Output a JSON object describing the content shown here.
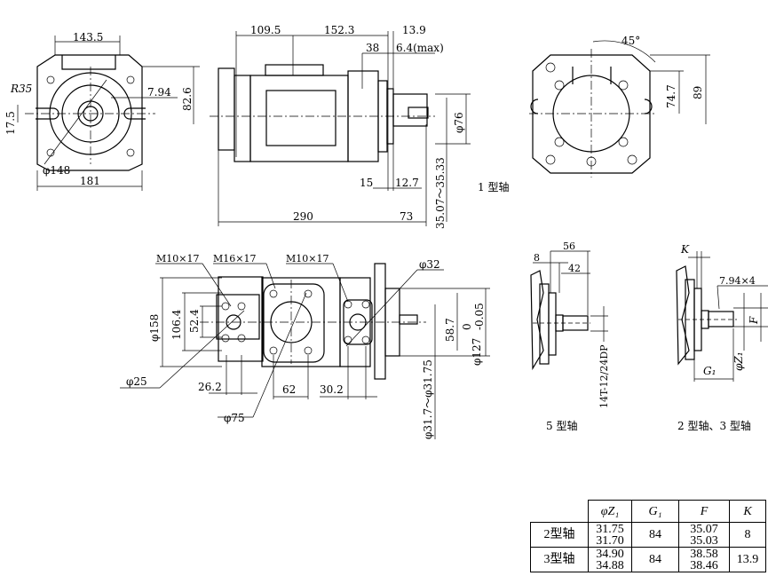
{
  "front_view": {
    "width": "143.5",
    "r": "R35",
    "offset": "17.5",
    "d148": "φ148",
    "bottom": "181",
    "height": "82.6",
    "key": "7.94"
  },
  "side_view": {
    "d1": "109.5",
    "d2": "152.3",
    "d3": "13.9",
    "d4": "38",
    "d5": "6.4(max)",
    "d6": "15",
    "d7": "12.7",
    "total": "290",
    "shaft": "73",
    "shaft_dia": "φ76",
    "range": "35.07～35.33",
    "shaft_label": "1 型轴"
  },
  "rear_view": {
    "angle": "45°",
    "h1": "74.7",
    "h2": "89"
  },
  "bottom_view": {
    "m1": "M10×17",
    "m2": "M16×17",
    "m3": "M10×17",
    "d32": "φ32",
    "d158": "φ158",
    "h1064": "106.4",
    "h524": "52.4",
    "d25": "φ25",
    "w262": "26.2",
    "w62": "62",
    "w302": "30.2",
    "d75": "φ75",
    "h587": "58.7",
    "d127": "φ127",
    "tol_up": "0",
    "tol_low": "-0.05",
    "range": "φ31.7～φ31.75"
  },
  "shaft5": {
    "d56": "56",
    "d8": "8",
    "d42": "42",
    "spline": "14T-12/24DP",
    "label": "5 型轴"
  },
  "shaft23": {
    "k": "K",
    "key": "7.94×4",
    "f": "F",
    "z": "φZ₁",
    "g": "G₁",
    "label": "2 型轴、3 型轴"
  },
  "table": {
    "headers": [
      "φZ₁",
      "G₁",
      "F",
      "K"
    ],
    "rows": [
      {
        "name": "2型轴",
        "z": [
          "31.75",
          "31.70"
        ],
        "g": "84",
        "f": [
          "35.07",
          "35.03"
        ],
        "k": "8"
      },
      {
        "name": "3型轴",
        "z": [
          "34.90",
          "34.88"
        ],
        "g": "84",
        "f": [
          "38.58",
          "38.46"
        ],
        "k": "13.9"
      }
    ]
  }
}
